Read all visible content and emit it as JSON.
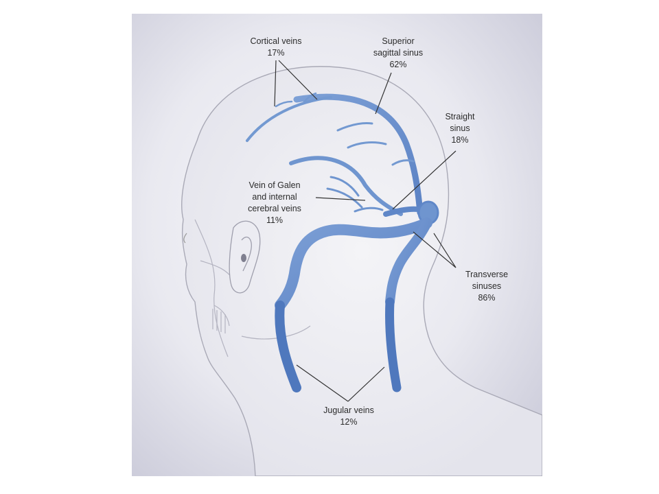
{
  "labels": {
    "cortical": {
      "name": "Cortical veins",
      "pct": "17%"
    },
    "superior": {
      "line1": "Superior",
      "line2": "sagittal sinus",
      "pct": "62%"
    },
    "straight": {
      "line1": "Straight",
      "line2": "sinus",
      "pct": "18%"
    },
    "galen": {
      "line1": "Vein of Galen",
      "line2": "and internal",
      "line3": "cerebral veins",
      "pct": "11%"
    },
    "transverse": {
      "line1": "Transverse",
      "line2": "sinuses",
      "pct": "86%"
    },
    "jugular": {
      "name": "Jugular veins",
      "pct": "12%"
    }
  },
  "colors": {
    "vein": "#6f95cf",
    "vein_dark": "#4f78bd",
    "background": "#e6e6ef",
    "outline": "#a9a9b6"
  }
}
